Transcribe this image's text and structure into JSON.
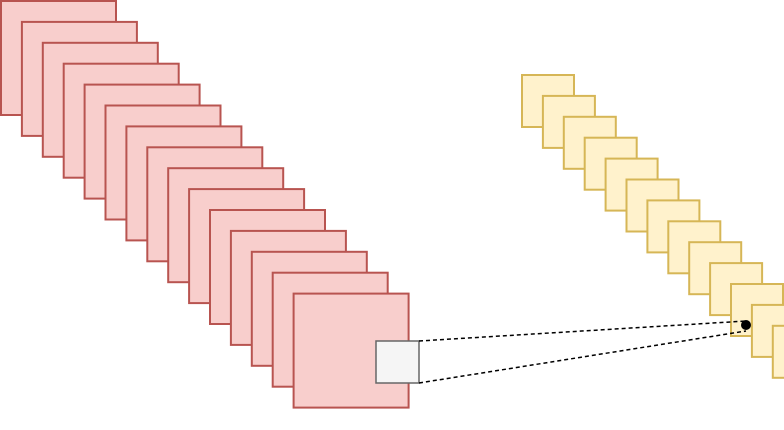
{
  "diagram": {
    "input_stack": {
      "layer_count": 15,
      "fill": "#f8cecc",
      "stroke": "#b85450"
    },
    "output_stack": {
      "layer_count": 13,
      "fill": "#fff2cc",
      "stroke": "#d6b656"
    },
    "receptive_field": {
      "fill": "#f5f5f5",
      "stroke": "#666666"
    },
    "connectors": {
      "style": "dashed",
      "color": "#000000"
    },
    "output_point": {
      "color": "#000000"
    }
  }
}
